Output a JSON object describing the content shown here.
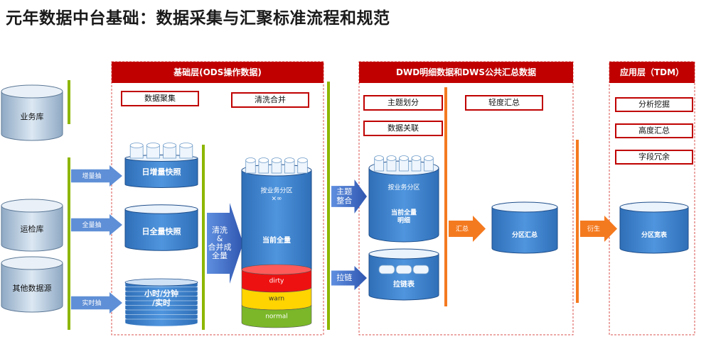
{
  "title": "元年数据中台基础：数据采集与汇聚标准流程和规范",
  "colors": {
    "header_red": "#c00000",
    "box_blue": "#3a7dc8",
    "box_blue_light": "#6aa8e6",
    "arrow_blue": "#3b68c4",
    "arrow_orange": "#f47a20",
    "divider_green": "#8db600",
    "dirty": "#ee1111",
    "warn": "#ffd400",
    "normal": "#7bb729"
  },
  "sources": [
    {
      "label": "业务库"
    },
    {
      "label": "运检库"
    },
    {
      "label": "其他数据源"
    }
  ],
  "ingest_arrows": [
    {
      "label": "增量抽"
    },
    {
      "label": "全量抽"
    },
    {
      "label": "实时抽"
    }
  ],
  "ods": {
    "header": "基础层(ODS操作数据)",
    "tags": [
      "数据聚集",
      "清洗合并"
    ],
    "stores": [
      {
        "label": "日增量快照"
      },
      {
        "label": "日全量快照"
      },
      {
        "label": "小时/分钟\n/实时"
      }
    ],
    "clean_arrow": "清洗\n&\n合并成\n全量",
    "big_store": {
      "top_label": "按业务分区\n×∞",
      "mid_label": "当前全量",
      "bands": [
        "dirty",
        "warn",
        "normal"
      ]
    }
  },
  "dwd": {
    "header": "DWD明细数据和DWS公共汇总数据",
    "tags": [
      "主题划分",
      "数据关联",
      "轻度汇总"
    ],
    "arrows": [
      "主题\n整合",
      "拉链"
    ],
    "stores": [
      {
        "label": "按业务分区",
        "sub": "当前全量\n明细"
      },
      {
        "label": "拉链表"
      }
    ],
    "agg_arrow": "汇总",
    "agg_store": "分区汇总"
  },
  "app": {
    "header": "应用层（TDM）",
    "tags": [
      "分析挖掘",
      "高度汇总",
      "字段冗余"
    ],
    "arrow": "衍生",
    "store": "分区宽表"
  }
}
